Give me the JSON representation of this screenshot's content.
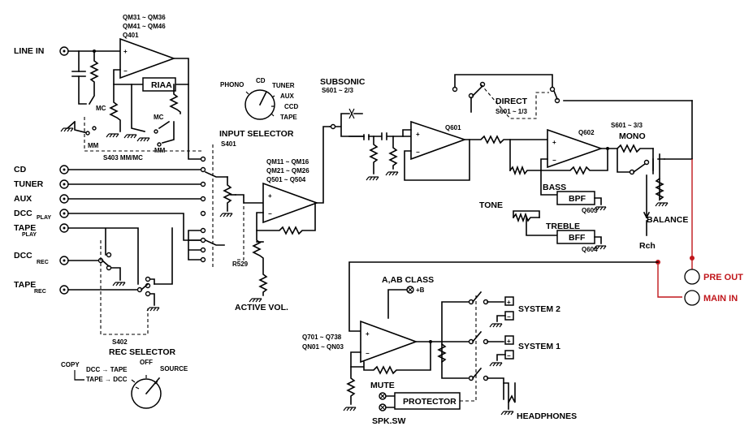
{
  "labels": {
    "line_in": "LINE IN",
    "qm_top_1": "QM31 ~ QM36",
    "qm_top_2": "QM41 ~ QM46",
    "qm_top_3": "Q401",
    "riaa": "RIAA",
    "mc_1": "MC",
    "mc_2": "MC",
    "mm_1": "MM",
    "mm_2": "MM",
    "s403": "S403  MM/MC",
    "phono": "PHONO",
    "cd_dial": "CD",
    "tuner_dial": "TUNER",
    "aux_dial": "AUX",
    "ccd_dial": "CCD",
    "tape_dial": "TAPE",
    "input_selector": "INPUT SELECTOR",
    "s401": "S401",
    "cd": "CD",
    "tuner": "TUNER",
    "aux": "AUX",
    "dcc_play": "DCC",
    "dcc_play_sub": "PLAY",
    "tape_play": "TAPE",
    "tape_play_sub": "PLAY",
    "dcc_rec": "DCC",
    "dcc_rec_sub": "REC",
    "tape_rec": "TAPE",
    "tape_rec_sub": "REC",
    "s402": "S402",
    "rec_selector": "REC SELECTOR",
    "copy": "COPY",
    "off": "OFF",
    "dcc_tape": "DCC → TAPE",
    "source": "SOURCE",
    "tape_dcc": "TAPE → DCC",
    "qm_mid_1": "QM11 ~ QM16",
    "qm_mid_2": "QM21 ~ QM26",
    "qm_mid_3": "Q501 ~ Q504",
    "r529": "R529",
    "active_vol": "ACTIVE VOL.",
    "subsonic": "SUBSONIC",
    "s601_23": "S601 ~ 2/3",
    "direct": "DIRECT",
    "s601_13": "S601 ~ 1/3",
    "q601": "Q601",
    "q602": "Q602",
    "s601_33": "S601 ~ 3/3",
    "mono": "MONO",
    "bass": "BASS",
    "bpf": "BPF",
    "q603": "Q603",
    "tone": "TONE",
    "treble": "TREBLE",
    "bff": "BFF",
    "q604": "Q604",
    "balance": "BALANCE",
    "rch": "Rch",
    "pre_out": "PRE OUT",
    "main_in": "MAIN IN",
    "aab_class": "A,AB CLASS",
    "plus_b": "+B",
    "system2": "SYSTEM 2",
    "system1": "SYSTEM 1",
    "q701": "Q701 ~ Q738",
    "qn01": "QN01 ~ QN03",
    "mute": "MUTE",
    "protector": "PROTECTOR",
    "spk_sw": "SPK.SW",
    "headphones": "HEADPHONES",
    "plus": "+",
    "minus": "−"
  }
}
